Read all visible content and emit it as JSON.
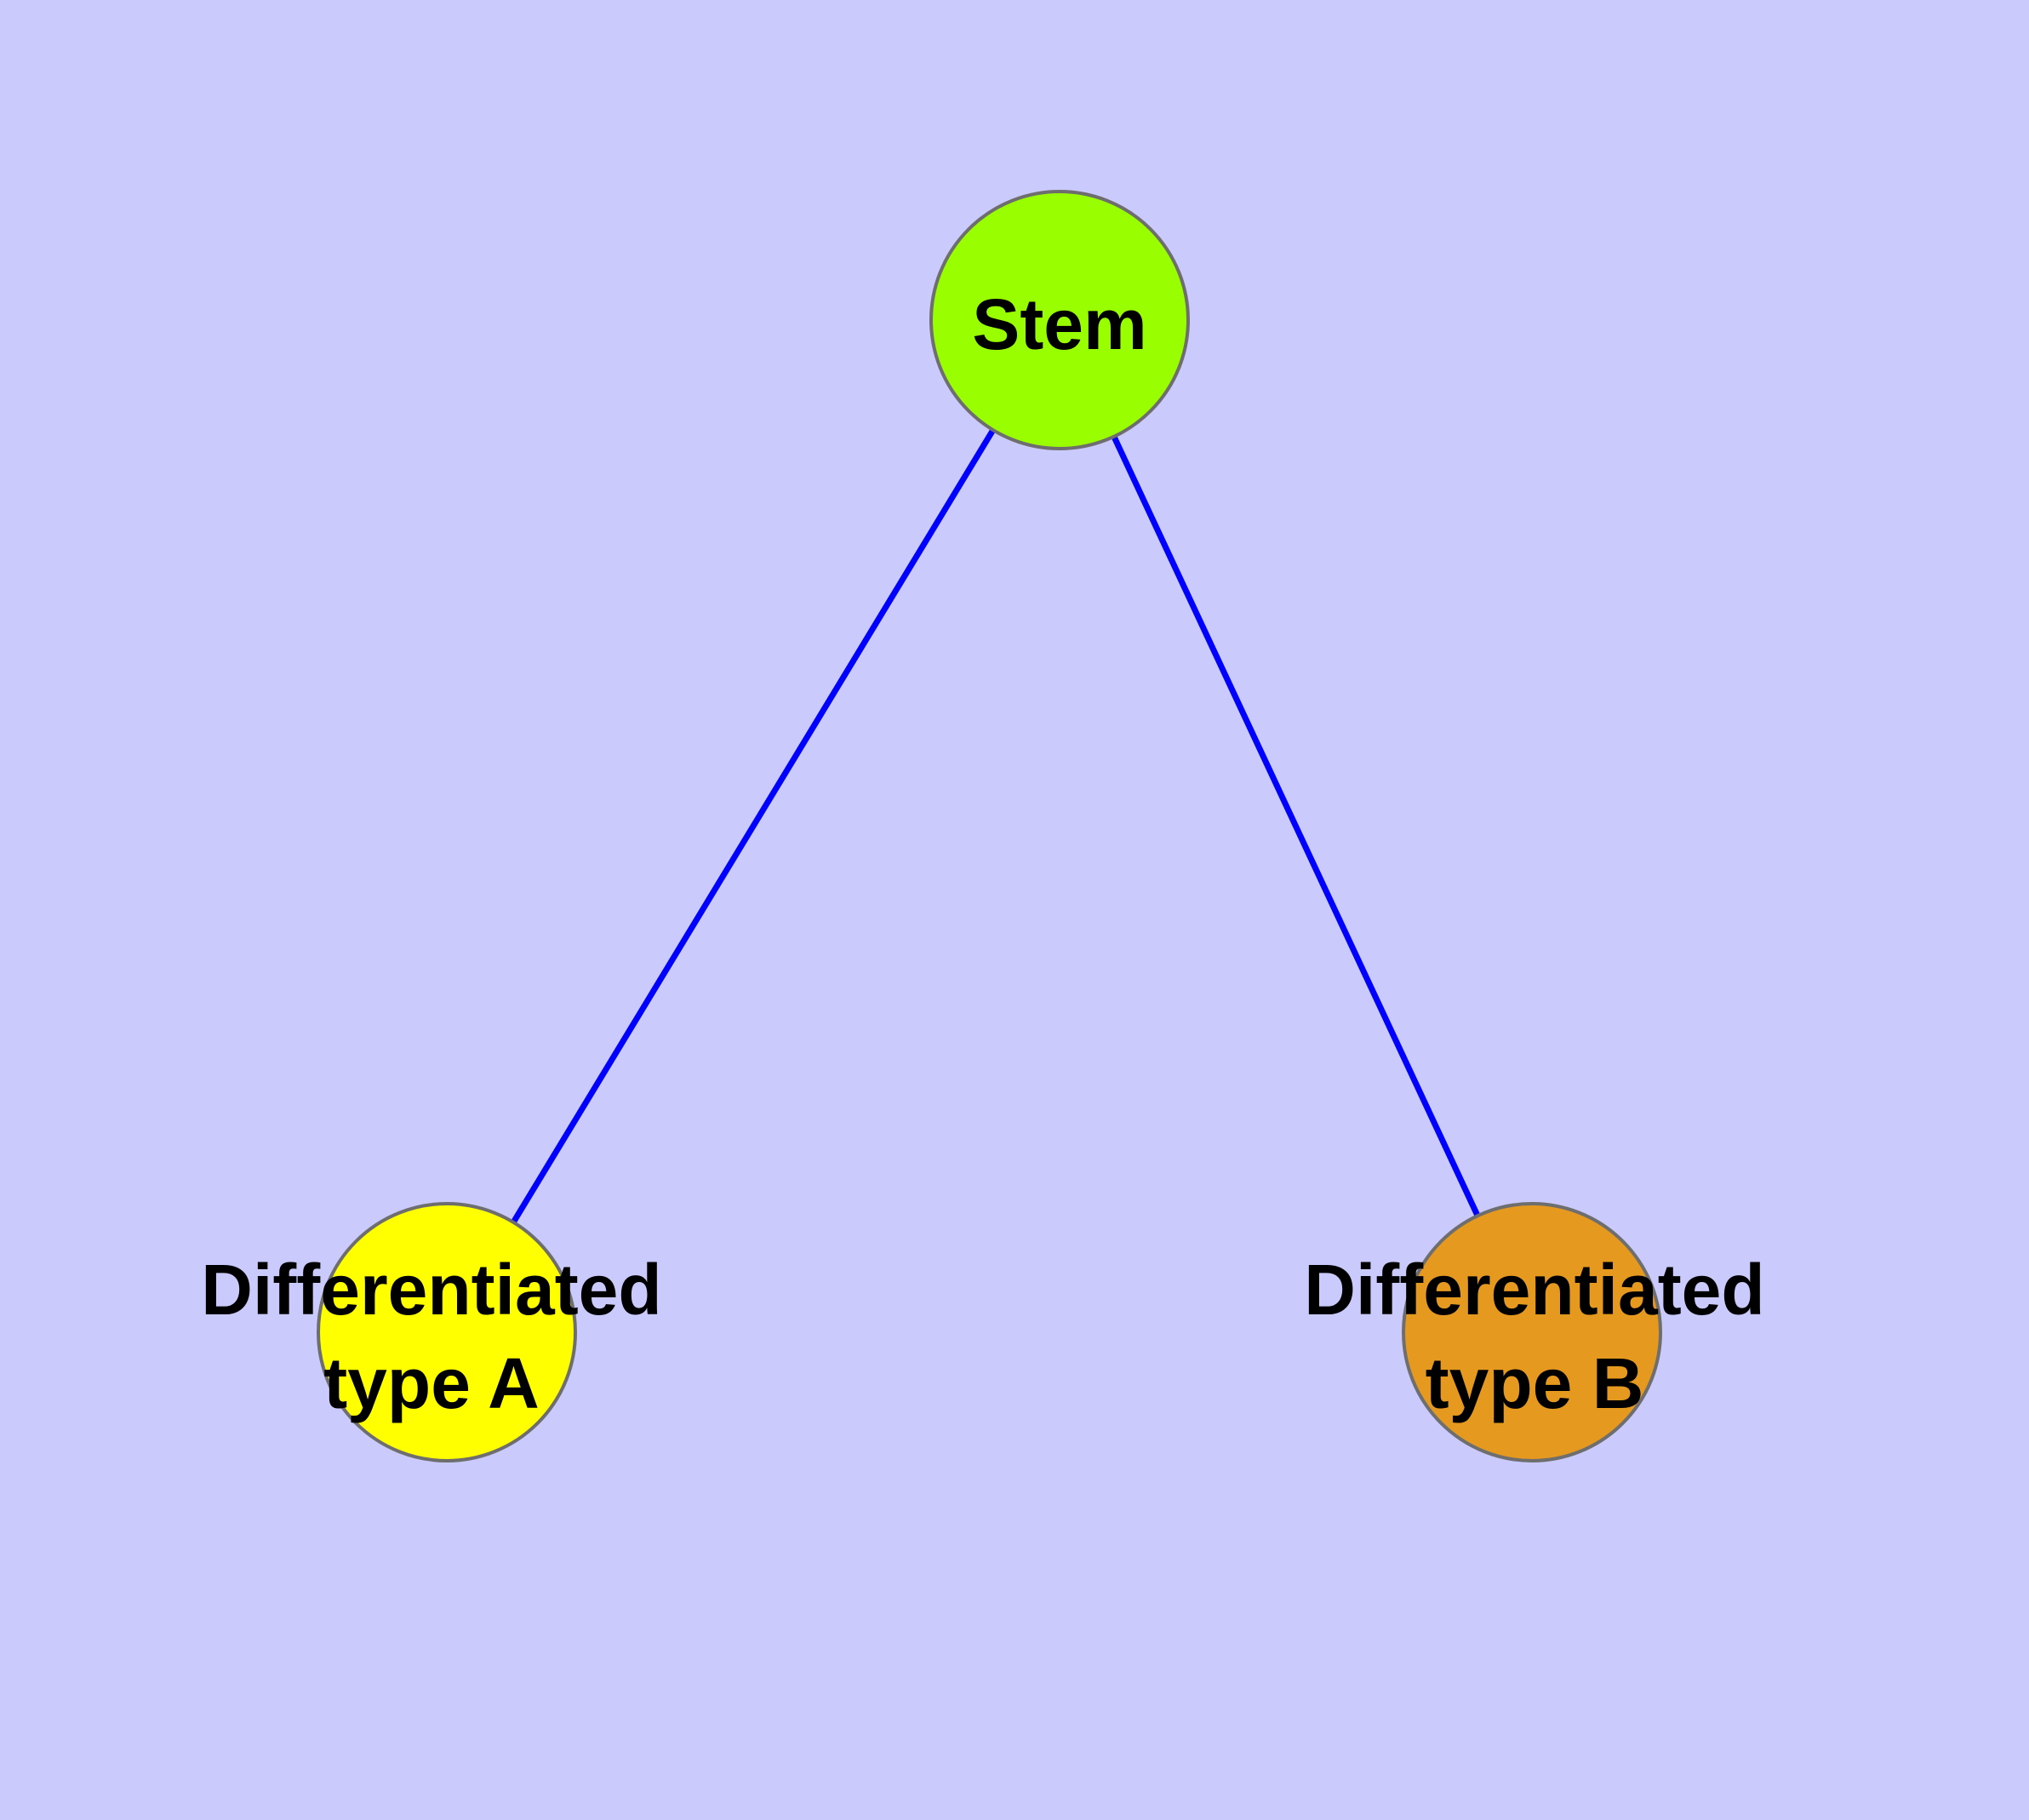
{
  "diagram": {
    "colors": {
      "background": "#cacafc",
      "edge": "#0000ff",
      "node_border": "#6e6e6e",
      "stem_fill": "#99ff00",
      "type_a_fill": "#ffff00",
      "type_b_fill": "#e6991f",
      "label_text": "#000000"
    },
    "nodes": {
      "stem": {
        "label": "Stem"
      },
      "type_a": {
        "line1": "Differentiated",
        "line2": "type A"
      },
      "type_b": {
        "line1": "Differentiated",
        "line2": "type B"
      }
    },
    "edges": [
      {
        "from": "Stem",
        "to": "Differentiated type A"
      },
      {
        "from": "Stem",
        "to": "Differentiated type B"
      }
    ]
  }
}
